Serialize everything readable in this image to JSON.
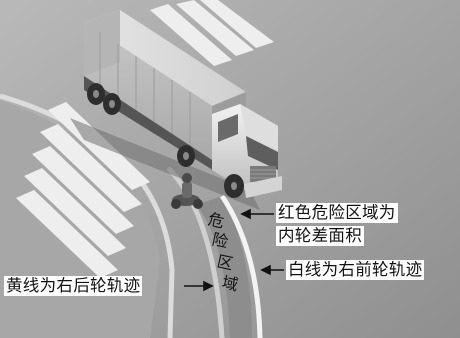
{
  "annotations": {
    "red_zone_line1": "红色危险区域为",
    "red_zone_line2": "内轮差面积",
    "white_line": "白线为右前轮轨迹",
    "yellow_line": "黄线为右后轮轨迹"
  },
  "zone_label": {
    "chars": [
      "危",
      "险",
      "区",
      "域"
    ]
  }
}
